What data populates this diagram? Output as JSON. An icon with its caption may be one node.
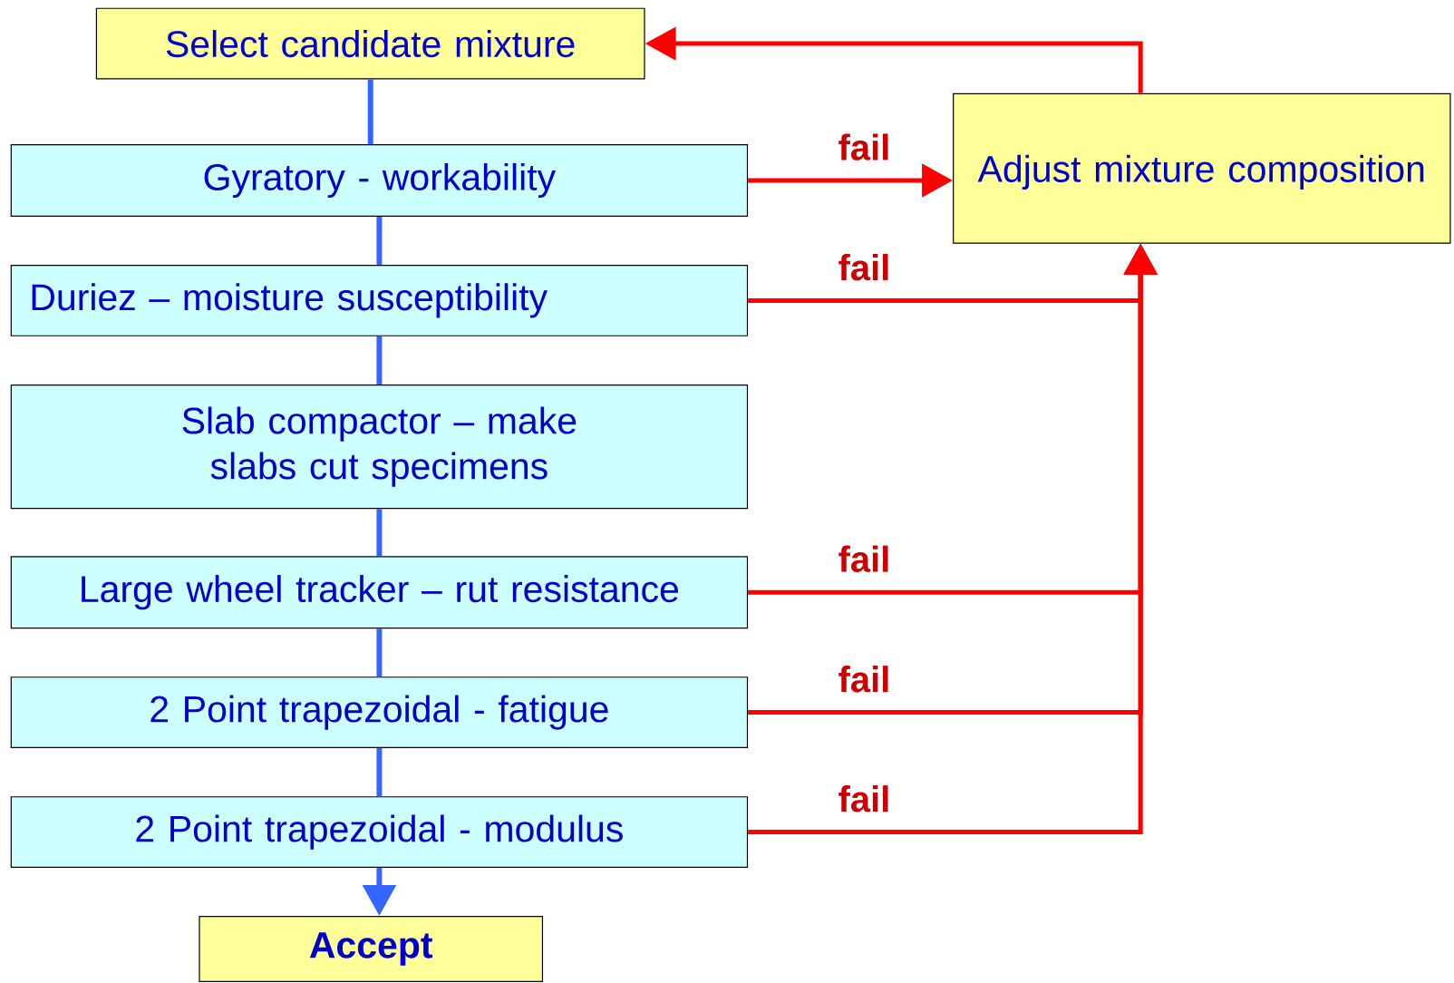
{
  "diagram": {
    "nodes": [
      {
        "text": [
          "Select candidate mixture"
        ]
      },
      {
        "text": [
          "Gyratory - workability"
        ]
      },
      {
        "text": [
          "Duriez – moisture susceptibility"
        ]
      },
      {
        "text": [
          "Slab compactor – make slabs cut specimens"
        ]
      },
      {
        "text": [
          "Large wheel tracker – rut resistance"
        ]
      },
      {
        "text": [
          "2 Point trapezoidal - fatigue"
        ]
      },
      {
        "text": [
          "2 Point trapezoidal - modulus"
        ]
      },
      {
        "text": [
          "Accept"
        ]
      },
      {
        "text": [
          "Adjust mixture composition"
        ]
      }
    ],
    "edges": [
      {
        "from": 0,
        "to": 1,
        "arrow": "none"
      },
      {
        "from": 1,
        "to": 2,
        "arrow": "none"
      },
      {
        "from": 2,
        "to": 3,
        "arrow": "none"
      },
      {
        "from": 3,
        "to": 4,
        "arrow": "none"
      },
      {
        "from": 4,
        "to": 5,
        "arrow": "none"
      },
      {
        "from": 5,
        "to": 6,
        "arrow": "none"
      },
      {
        "from": 6,
        "to": 7,
        "arrow": "to"
      },
      {
        "from": 1,
        "to": 8,
        "arrow": "to",
        "label": "fail",
        "color": "#ff0000"
      },
      {
        "from": 2,
        "to": 8,
        "arrow": "to",
        "label": "fail",
        "color": "#ff0000"
      },
      {
        "from": 4,
        "to": 8,
        "arrow": "to",
        "label": "fail",
        "color": "#ff0000"
      },
      {
        "from": 5,
        "to": 8,
        "arrow": "to",
        "label": "fail",
        "color": "#ff0000"
      },
      {
        "from": 6,
        "to": 8,
        "arrow": "to",
        "label": "fail",
        "color": "#ff0000"
      },
      {
        "from": 8,
        "to": 0,
        "arrow": "to",
        "color": "#ff0000"
      }
    ]
  }
}
